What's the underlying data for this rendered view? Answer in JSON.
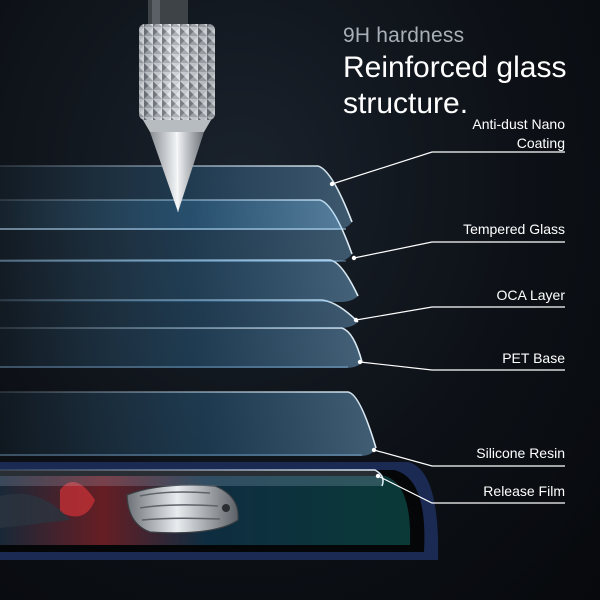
{
  "hero": {
    "kicker": "9H hardness",
    "headline": "Reinforced glass structure."
  },
  "layers": [
    {
      "label": "Anti-dust Nano Coating"
    },
    {
      "label": "Tempered Glass"
    },
    {
      "label": "OCA Layer"
    },
    {
      "label": "PET Base"
    },
    {
      "label": "Silicone Resin"
    },
    {
      "label": "Release Film"
    }
  ],
  "colors": {
    "background": "#0b0e13",
    "glass_edge": "#b8d8ff",
    "glass_tint": "#2f7fb3",
    "phone_body": "#1b2a52",
    "label_text": "#ffffff",
    "kicker_text": "#a9b0b8"
  },
  "icons": {
    "tool": "knurled-pen-tip-icon",
    "shield": "metal-shield-icon"
  }
}
